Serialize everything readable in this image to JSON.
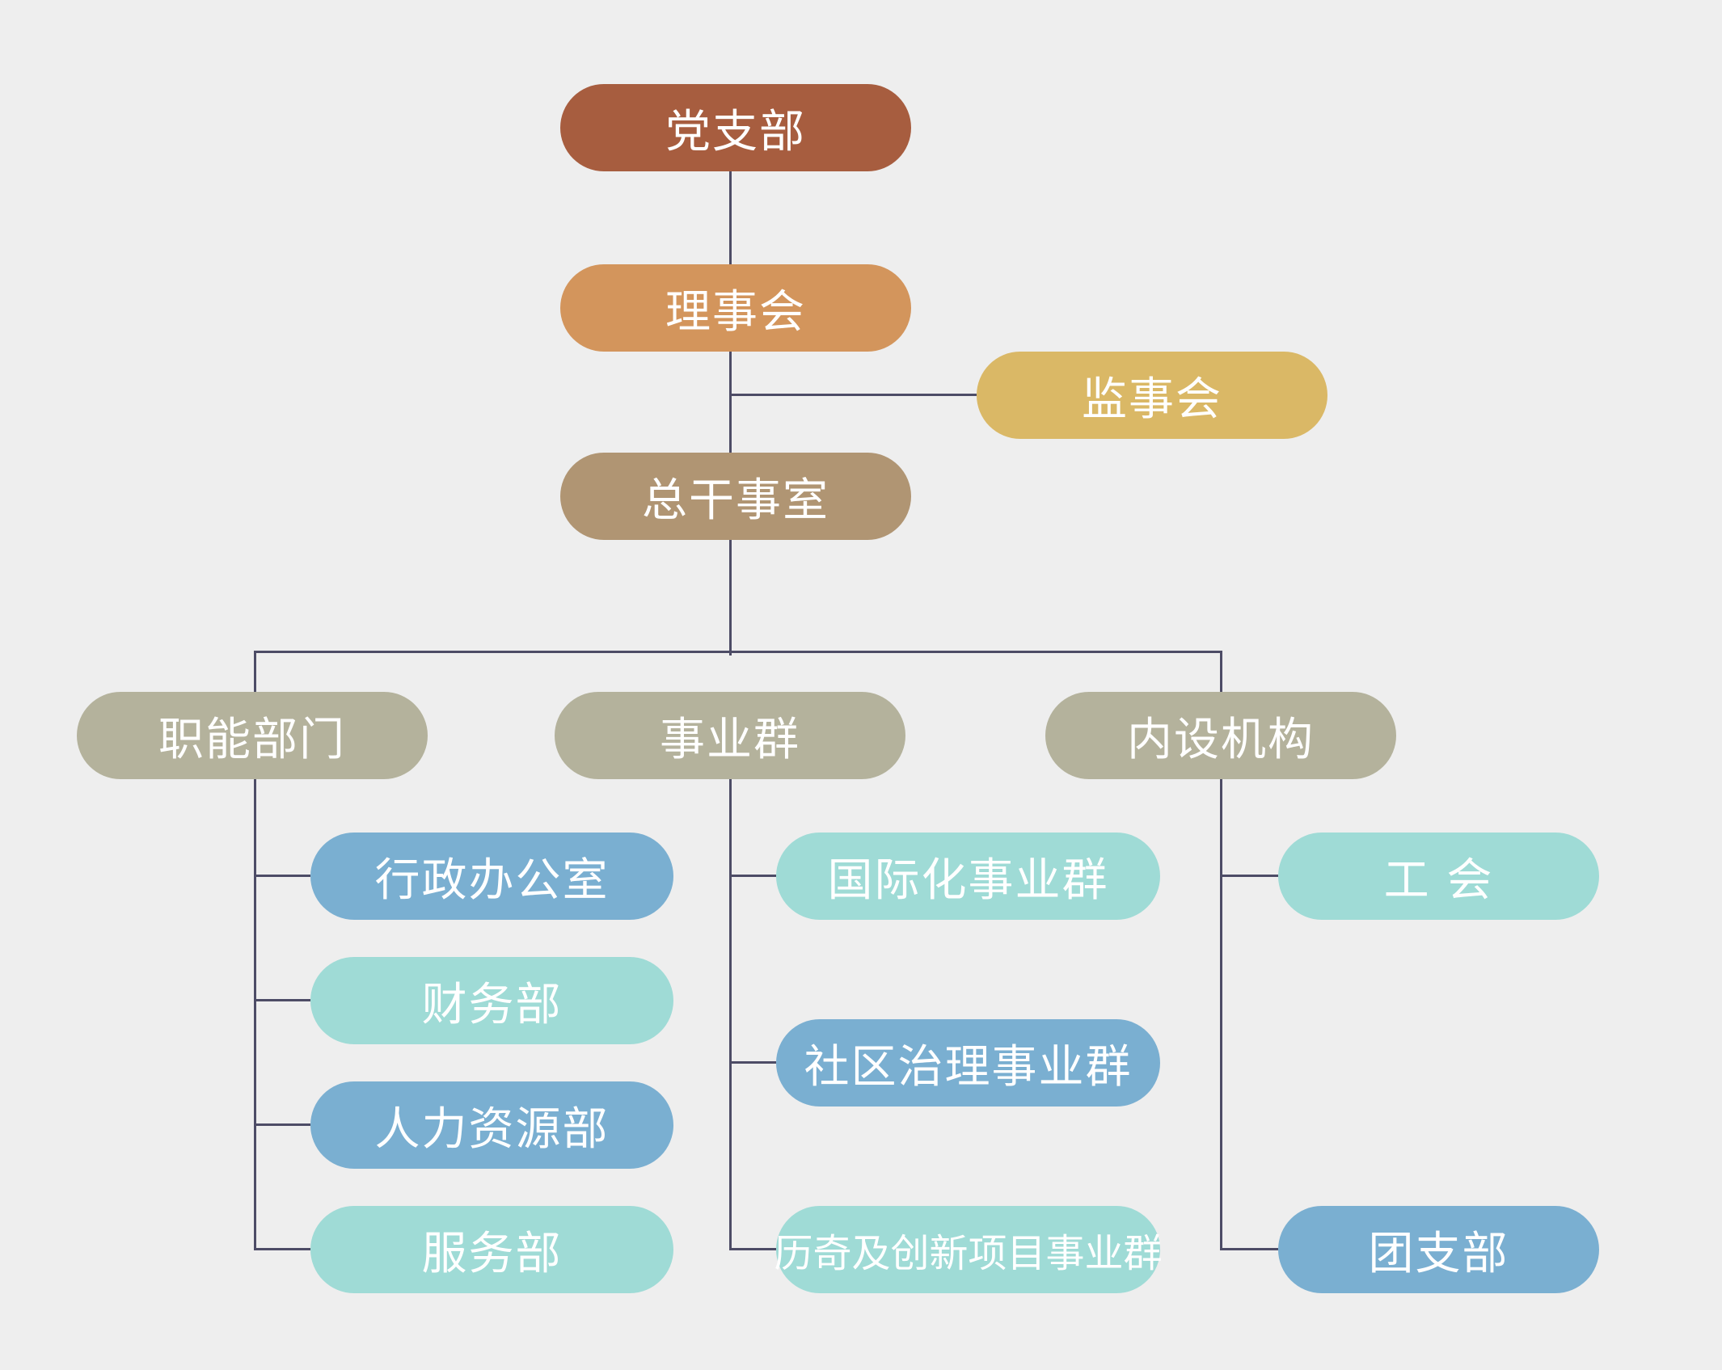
{
  "colors": {
    "background": "#eeeeee",
    "connector": "#4d4c66",
    "party": "#a75d3f",
    "council": "#d3955c",
    "supervisory": "#dab866",
    "secretariat": "#b09573",
    "category": "#b4b29c",
    "blue": "#7aafd1",
    "teal": "#9fdbd6"
  },
  "nodes": {
    "party_branch": "党支部",
    "council": "理事会",
    "supervisory_board": "监事会",
    "secretariat": "总干事室",
    "functional_depts": "职能部门",
    "business_groups": "事业群",
    "internal_orgs": "内设机构",
    "admin_office": "行政办公室",
    "finance": "财务部",
    "hr": "人力资源部",
    "service": "服务部",
    "international": "国际化事业群",
    "community": "社区治理事业群",
    "innovation": "历奇及创新项目事业群",
    "union": "工 会",
    "youth_league": "团支部"
  }
}
